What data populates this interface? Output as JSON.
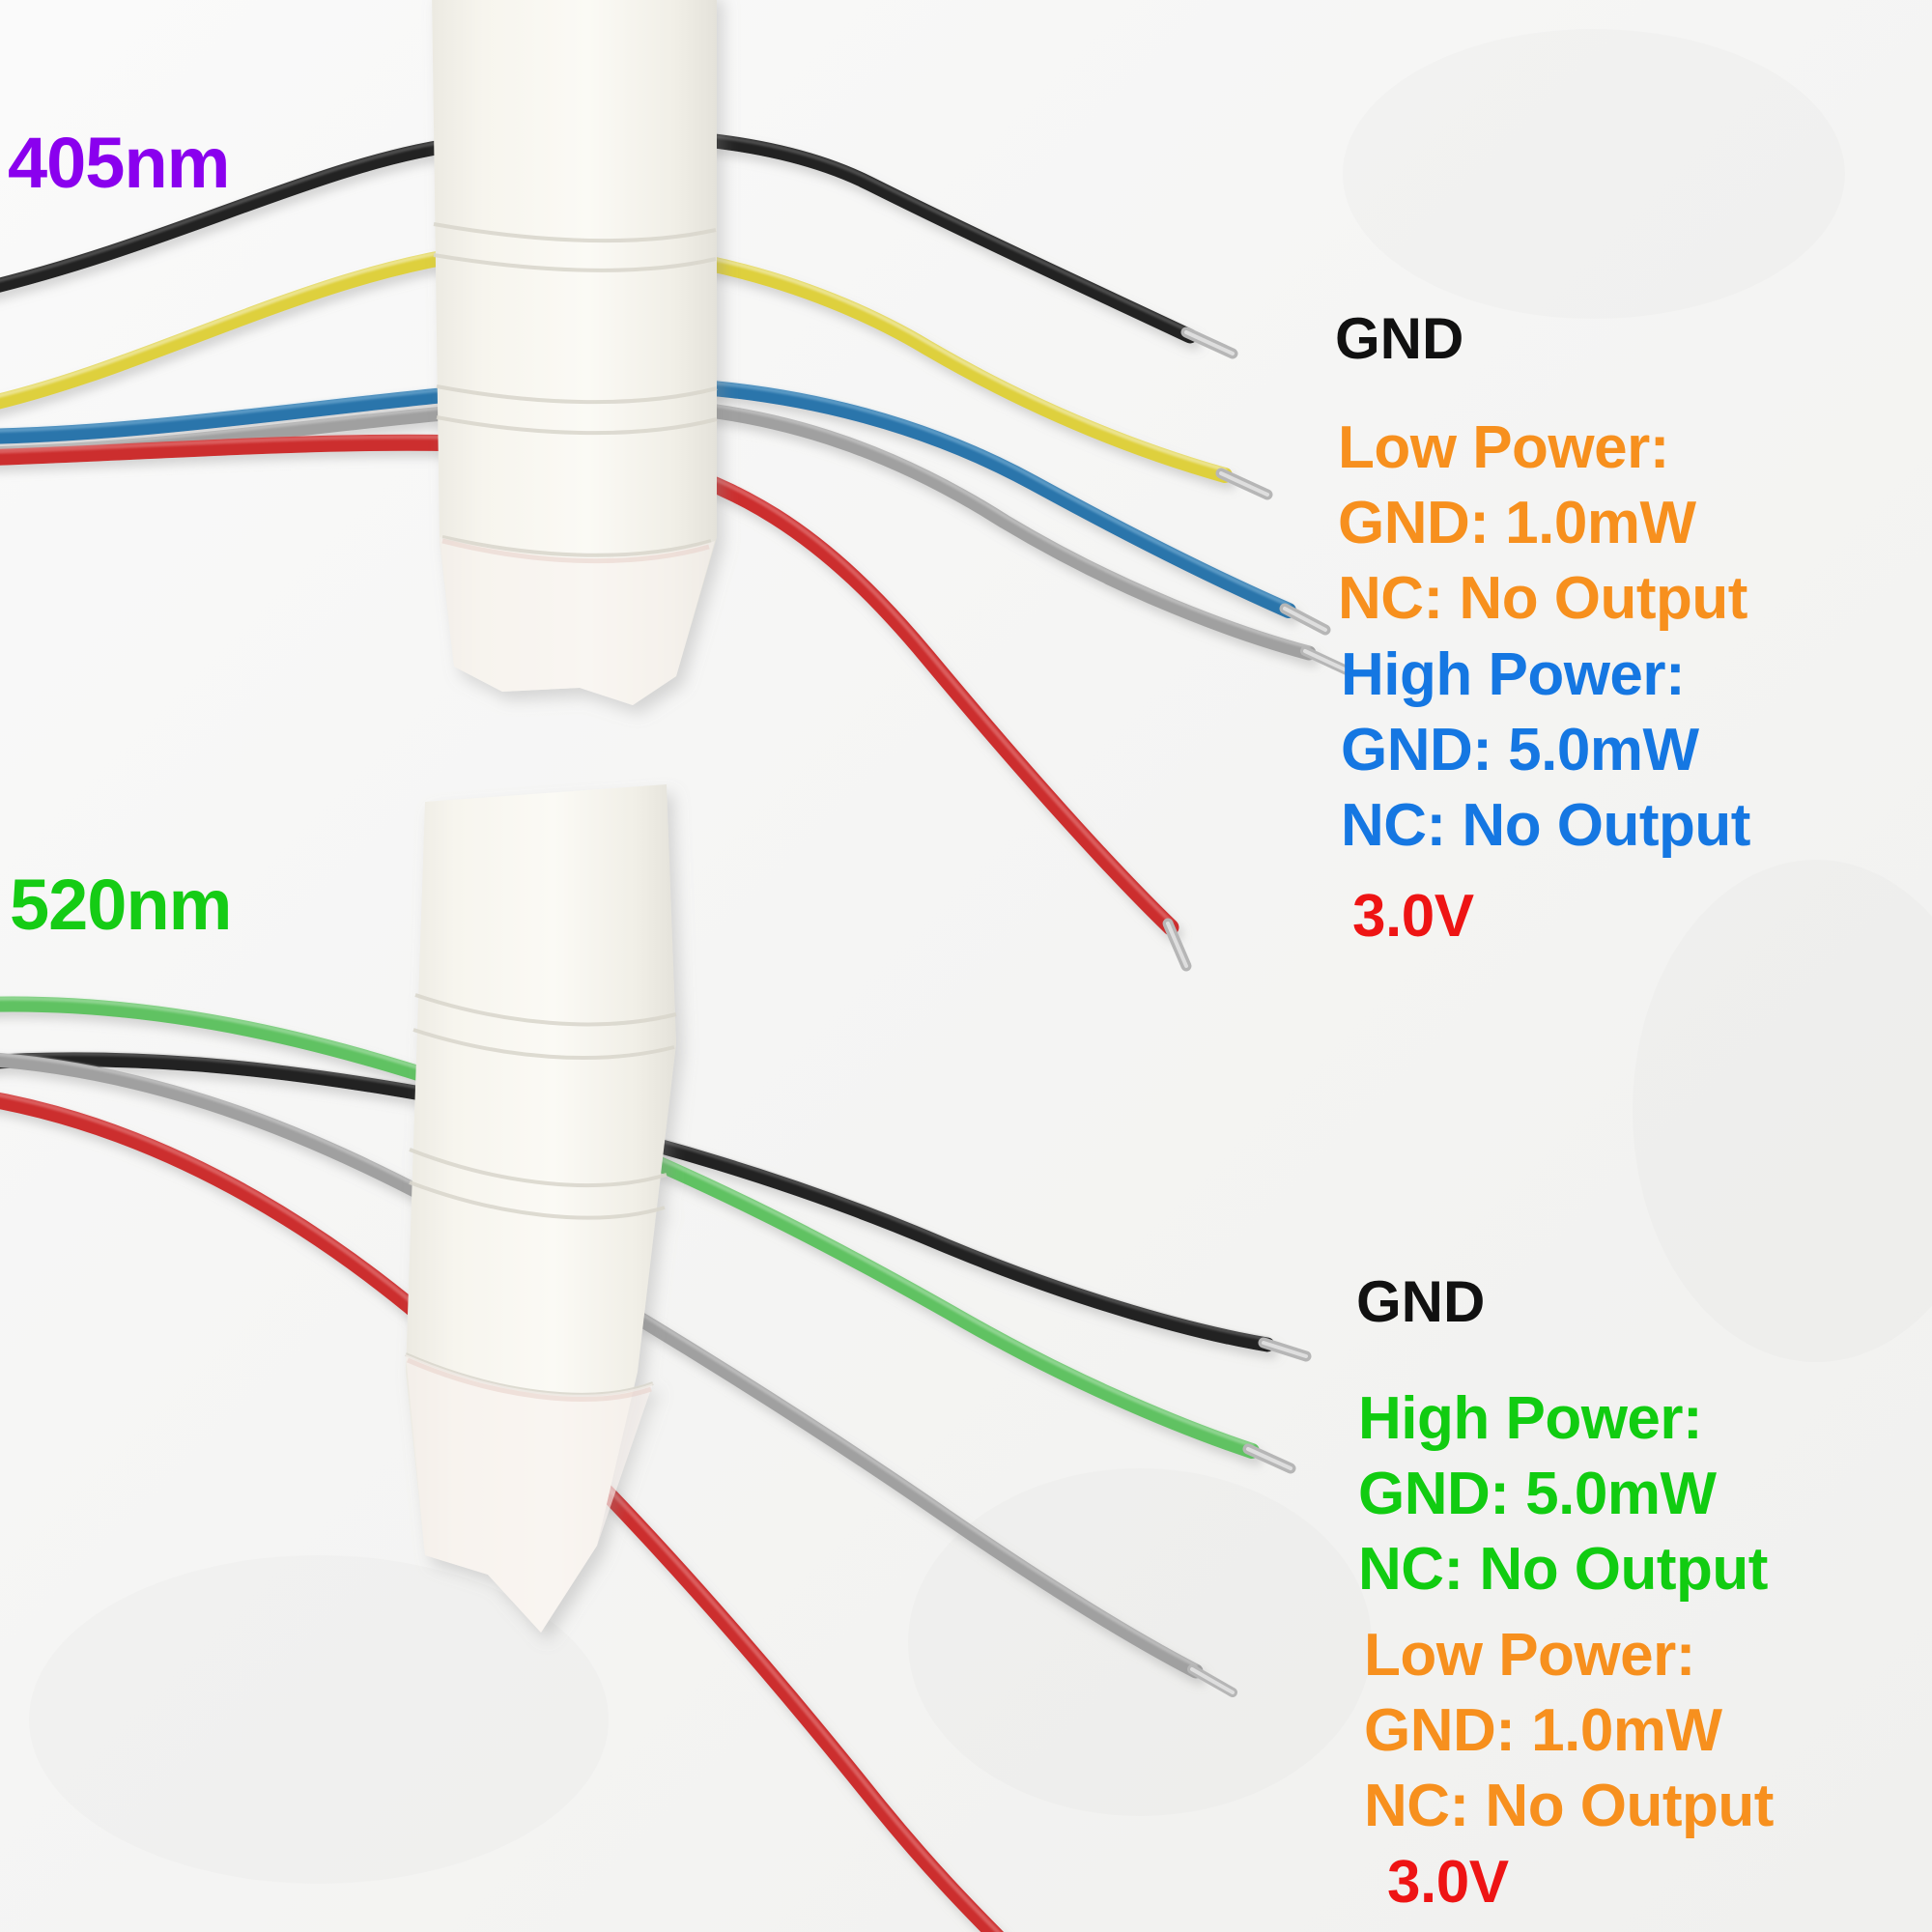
{
  "image": {
    "background_color": "#f6f6f6",
    "description": "Photograph of two taped laser diode wire harnesses with colour-coded pin-out annotations"
  },
  "modules": [
    {
      "id": "module-405",
      "wavelength_label": "405nm",
      "wavelength_color": "#8A00EE",
      "annotations": {
        "gnd": {
          "text": "GND",
          "color": "#111111"
        },
        "first_block": {
          "color": "#F7901E",
          "lines": [
            "Low Power:",
            "GND: 1.0mW",
            "NC: No Output"
          ]
        },
        "second_block": {
          "color": "#1577E2",
          "lines": [
            "High Power:",
            "GND: 5.0mW",
            "NC: No Output"
          ]
        },
        "voltage": {
          "text": "3.0V",
          "color": "#EE1414"
        }
      },
      "wires": [
        {
          "name": "black-wire",
          "color": "#1d1d1d",
          "function": "GND"
        },
        {
          "name": "yellow-wire",
          "color": "#e8d23c",
          "function": "Low Power"
        },
        {
          "name": "blue-wire",
          "color": "#2170a8",
          "function": "High Power"
        },
        {
          "name": "grey-wire",
          "color": "#9a9a9a",
          "function": "NC"
        },
        {
          "name": "red-wire",
          "color": "#cf2a2a",
          "function": "3.0V"
        }
      ]
    },
    {
      "id": "module-520",
      "wavelength_label": "520nm",
      "wavelength_color": "#15CC15",
      "annotations": {
        "gnd": {
          "text": "GND",
          "color": "#111111"
        },
        "first_block": {
          "color": "#11CC11",
          "lines": [
            "High Power:",
            "GND: 5.0mW",
            "NC: No Output"
          ]
        },
        "second_block": {
          "color": "#F7901E",
          "lines": [
            "Low Power:",
            "GND: 1.0mW",
            "NC: No Output"
          ]
        },
        "voltage": {
          "text": "3.0V",
          "color": "#EE1414"
        }
      },
      "wires": [
        {
          "name": "black-wire",
          "color": "#1d1d1d",
          "function": "GND"
        },
        {
          "name": "green-wire",
          "color": "#5fc25f",
          "function": "High Power"
        },
        {
          "name": "grey-wire",
          "color": "#9a9a9a",
          "function": "NC"
        },
        {
          "name": "red-wire",
          "color": "#cf2a2a",
          "function": "3.0V"
        }
      ]
    }
  ],
  "tape": {
    "color": "#f4f2ec",
    "label": "white-masking-tape-strip"
  }
}
